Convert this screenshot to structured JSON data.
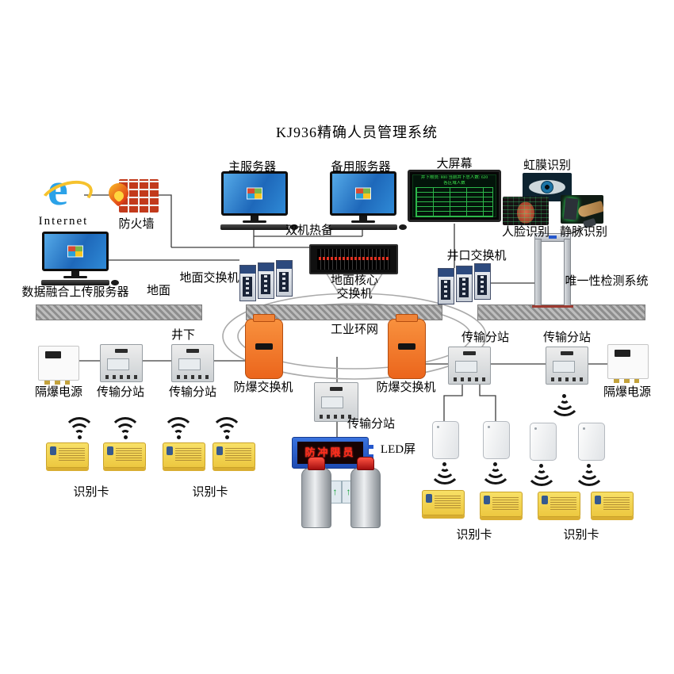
{
  "title": "KJ936精确人员管理系统",
  "colors": {
    "device_orange": "#f0742c",
    "card_yellow": "#f2d34a",
    "big_screen_green": "#3fe84e",
    "led_frame_blue": "#2457cc",
    "led_text_red": "#ff2d1c",
    "monitor_blue": "#2a7fd0",
    "firewall_red": "#c23a1c"
  },
  "labels": {
    "internet": "Internet",
    "firewall": "防火墙",
    "main_server": "主服务器",
    "backup_server": "备用服务器",
    "hot_standby": "双机热备",
    "big_screen": "大屏幕",
    "iris": "虹膜识别",
    "face": "人脸识别",
    "vein": "静脉识别",
    "data_server": "数据融合上传服务器",
    "ground": "地面",
    "underground": "井下",
    "ground_switch": "地面交换机",
    "core_switch_line1": "地面核心",
    "core_switch_line2": "交换机",
    "wellhead_switch": "井口交换机",
    "uniqueness_system": "唯一性检测系统",
    "industrial_ring": "工业环网",
    "ex_proof_switch": "防爆交换机",
    "ex_proof_power": "隔爆电源",
    "substation": "传输分站",
    "led_screen": "LED屏",
    "id_card": "识别卡"
  },
  "big_screen_display": {
    "header": "井下限员: 800  当前井下总人数: 620",
    "subheader": "各区域人数"
  },
  "led_display_text": "防冲限员",
  "icons": {
    "internet_glyph": "e",
    "turnstile_arrow": "↑",
    "wifi": "wifi-signal-icon"
  }
}
